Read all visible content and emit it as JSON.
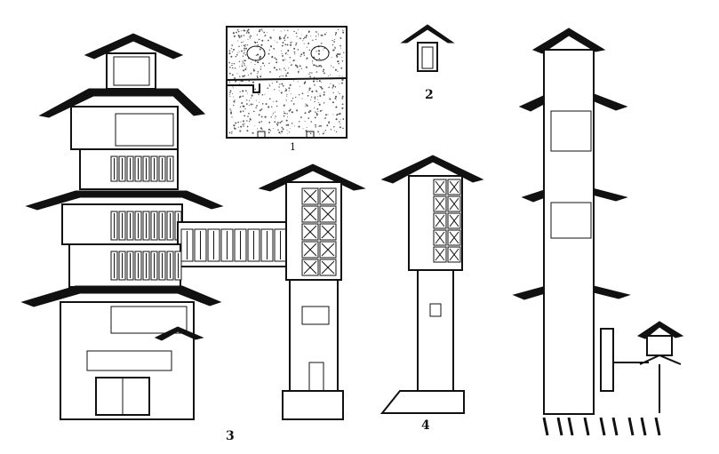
{
  "figure": {
    "labels": [
      {
        "id": "plan",
        "text": "1"
      },
      {
        "id": "section-small",
        "text": "2"
      },
      {
        "id": "elevation-main",
        "text": "3"
      },
      {
        "id": "section-tower",
        "text": "4"
      }
    ]
  },
  "colors": {
    "ink": "#111111",
    "paper": "#ffffff",
    "stipple": "#555555"
  }
}
